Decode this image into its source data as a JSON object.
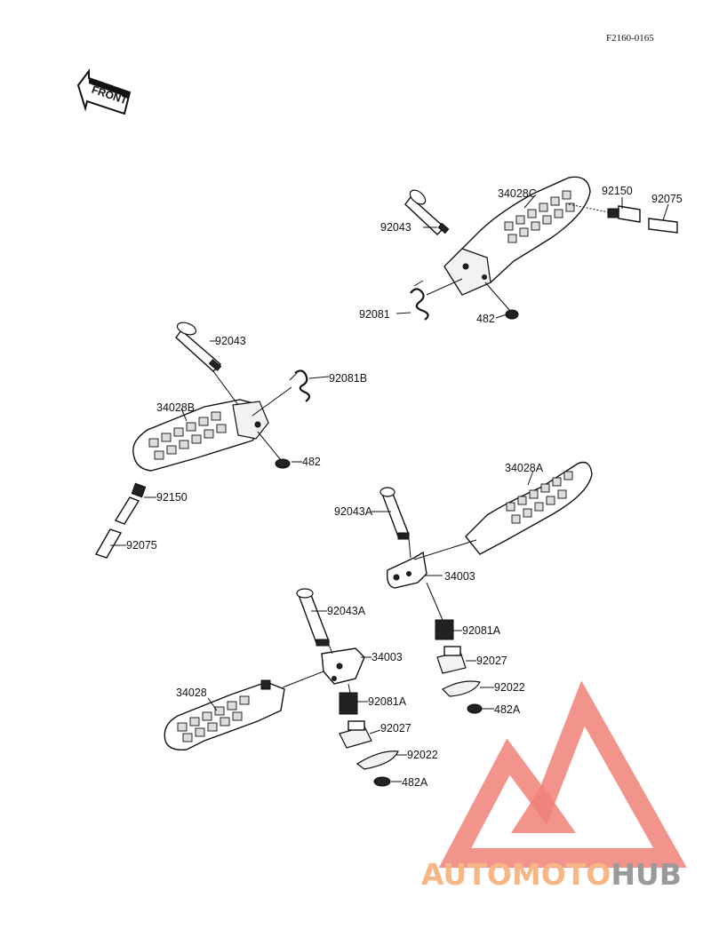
{
  "diagram_code": "F2160-0165",
  "front_label": "FRONT",
  "watermark": {
    "part_a": "AUTOMOTO",
    "part_b": "HUB",
    "color_a": "#f6b784",
    "color_b": "#9a9a9a",
    "logo_color": "#f08078"
  },
  "labels": {
    "rr_footpeg": "34028C",
    "rr_bolt": "92150",
    "rr_cap": "92075",
    "rr_pin": "92043",
    "rr_spring": "92081",
    "rr_ring": "482",
    "rl_pin": "92043",
    "rl_spring": "92081B",
    "rl_footpeg": "34028B",
    "rl_ring": "482",
    "rl_bolt": "92150",
    "rl_cap": "92075",
    "fr_footpeg": "34028A",
    "fr_pin": "92043A",
    "fr_bracket": "34003",
    "fr_spring": "92081A",
    "fr_stopper": "92027",
    "fr_plate": "92022",
    "fr_ring": "482A",
    "fl_pin": "92043A",
    "fl_bracket": "34003",
    "fl_footpeg": "34028",
    "fl_spring": "92081A",
    "fl_stopper": "92027",
    "fl_plate": "92022",
    "fl_ring": "482A"
  }
}
